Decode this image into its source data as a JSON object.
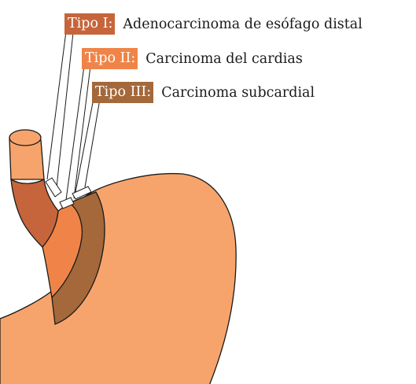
{
  "labels": [
    {
      "tag": "Tipo I:",
      "text": "Adenocarcinoma de esófago distal",
      "color": "#c6653b"
    },
    {
      "tag": "Tipo II:",
      "text": "Carcinoma del cardias",
      "color": "#f08448"
    },
    {
      "tag": "Tipo III:",
      "text": "Carcinoma subcardial",
      "color": "#a4683a"
    }
  ],
  "colors": {
    "stomach": "#f7a46c",
    "esophagus": "#f7a46c",
    "type1": "#c6653b",
    "type2": "#f08448",
    "type3": "#a4683a",
    "outline": "#1a1a1a"
  },
  "icons": {
    "stomach": "stomach-illustration",
    "esophagus": "esophagus-illustration"
  }
}
